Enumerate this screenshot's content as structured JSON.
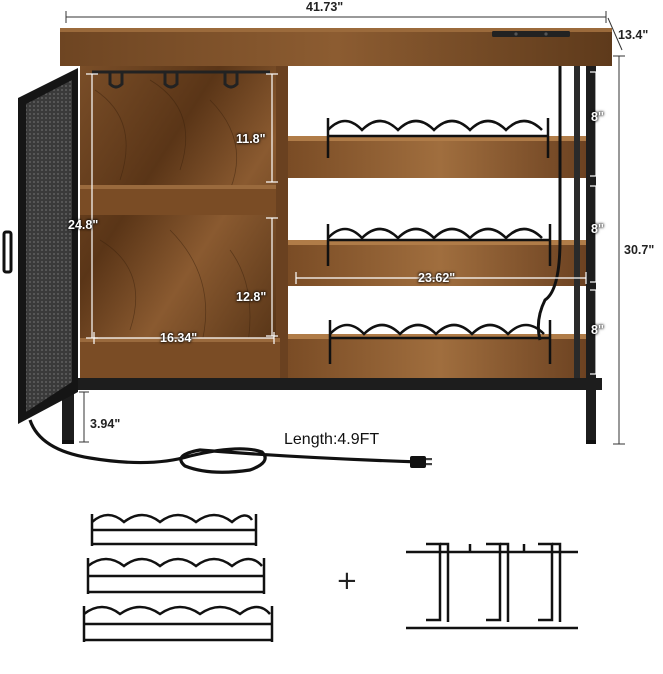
{
  "dimensions": {
    "width": "41.73\"",
    "depth": "13.4\"",
    "height": "30.7\"",
    "cabinet_height": "24.8\"",
    "upper_compartment": "11.8\"",
    "lower_compartment": "12.8\"",
    "cabinet_width": "16.34\"",
    "shelf_width": "23.62\"",
    "shelf_gap_top": "8\"",
    "shelf_gap_mid": "8\"",
    "shelf_gap_bottom": "8\"",
    "leg_height": "3.94\""
  },
  "cord": {
    "label": "Length:4.9FT"
  },
  "accessories": {
    "plus": "+"
  },
  "colors": {
    "wood": "#6b4423",
    "wood_dark": "#4a2c14",
    "wood_light": "#9a6a3d",
    "metal": "#1d1d1d",
    "panel": "#eeeeee"
  }
}
